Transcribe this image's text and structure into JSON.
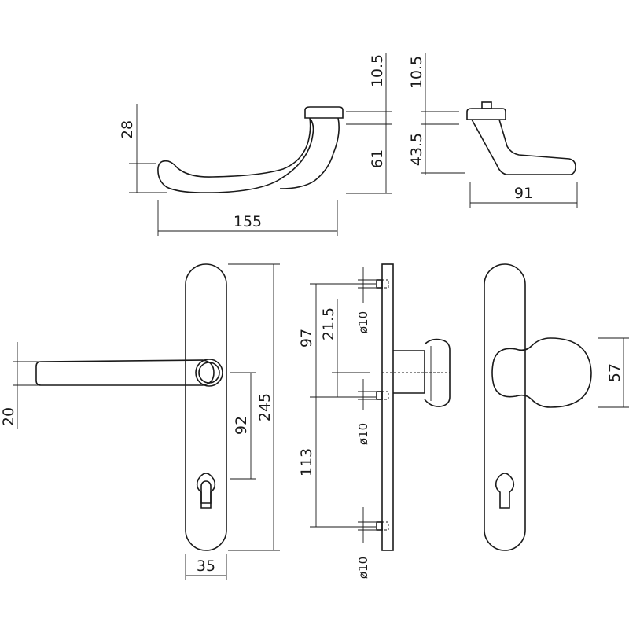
{
  "dimensions": {
    "lever_height_rose": "10.5",
    "lever_drop": "28",
    "lever_length": "155",
    "lever_depth": "61",
    "side_rose": "10.5",
    "side_depth": "43.5",
    "side_projection": "91",
    "lever_thickness": "20",
    "plate_width": "35",
    "spindle_to_cyl": "92",
    "plate_length": "245",
    "fix_upper": "97",
    "offset": "21.5",
    "fix_lower": "113",
    "hole_top": "ø10",
    "hole_mid": "ø10",
    "hole_bottom": "ø10",
    "knob_diameter": "57"
  },
  "colors": {
    "line": "#1a1a1a",
    "background": "#ffffff"
  }
}
